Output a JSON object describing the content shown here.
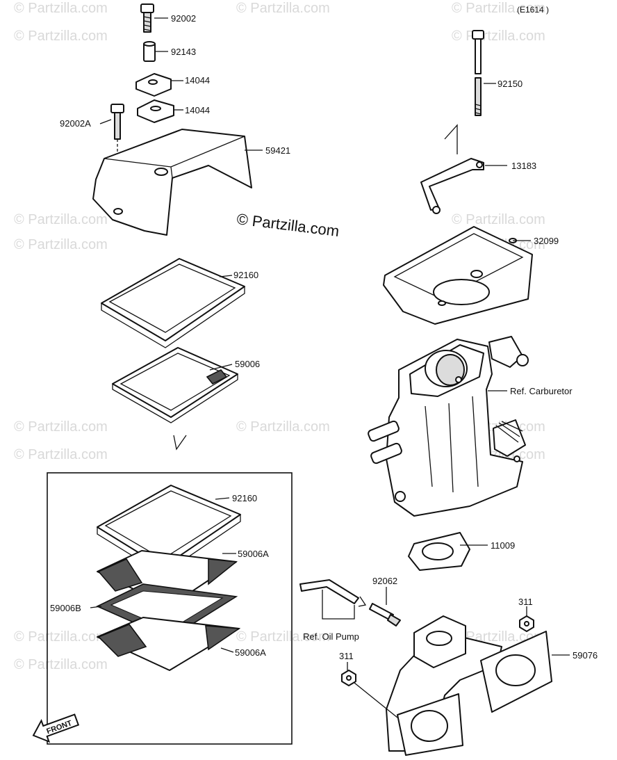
{
  "diagram_code": "(E1614 )",
  "copyright": "© Partzilla.com",
  "watermark": "© Partzilla.com",
  "front_label": "FRONT",
  "parts": {
    "bolt_top": "92002",
    "collar": "92143",
    "clamp_upper": "14044",
    "clamp_lower": "14044",
    "bolt_side": "92002A",
    "cover": "59421",
    "gasket_upper": "92160",
    "filter": "59006",
    "kit_gasket": "92160",
    "screen_top": "59006A",
    "screen_mid": "59006B",
    "screen_bottom": "59006A",
    "bolt_long": "92150",
    "bracket": "13183",
    "base": "32099",
    "carburetor": "Ref. Carburetor",
    "gasket_carb": "11009",
    "fitting": "92062",
    "oil_pump": "Ref. Oil Pump",
    "nut_right": "311",
    "nut_left": "311",
    "manifold": "59076"
  }
}
